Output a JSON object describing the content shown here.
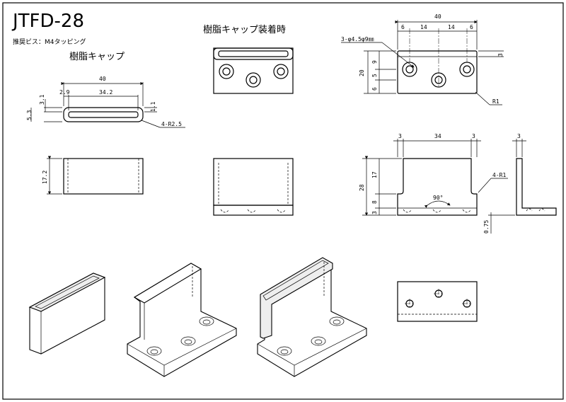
{
  "title": "JTFD-28",
  "screw_note": "推奨ビス：M4タッピング",
  "cap_label": "樹脂キャップ",
  "assembled_label": "樹脂キャップ装着時",
  "dims": {
    "cap_w": "40",
    "cap_inner": "34.2",
    "cap_edge": "2.9",
    "cap_top": "3.1",
    "cap_right": "1.1",
    "cap_h": "5.3",
    "cap_r": "4-R2.5",
    "cap_depth": "17.2",
    "top_w": "40",
    "top_6a": "6",
    "top_14a": "14",
    "top_14b": "14",
    "top_6b": "6",
    "hole_note": "3-φ4.5φ9㎜",
    "top_3": "3",
    "top_20": "20",
    "top_9": "9",
    "top_5": "5",
    "top_6": "6",
    "top_r": "R1",
    "front_3a": "3",
    "front_34": "34",
    "front_3b": "3",
    "front_28": "28",
    "front_17": "17",
    "front_8": "8",
    "front_3": "3",
    "front_r": "4-R1",
    "angle": "90°",
    "side_3": "3",
    "side_075": "0.75"
  }
}
